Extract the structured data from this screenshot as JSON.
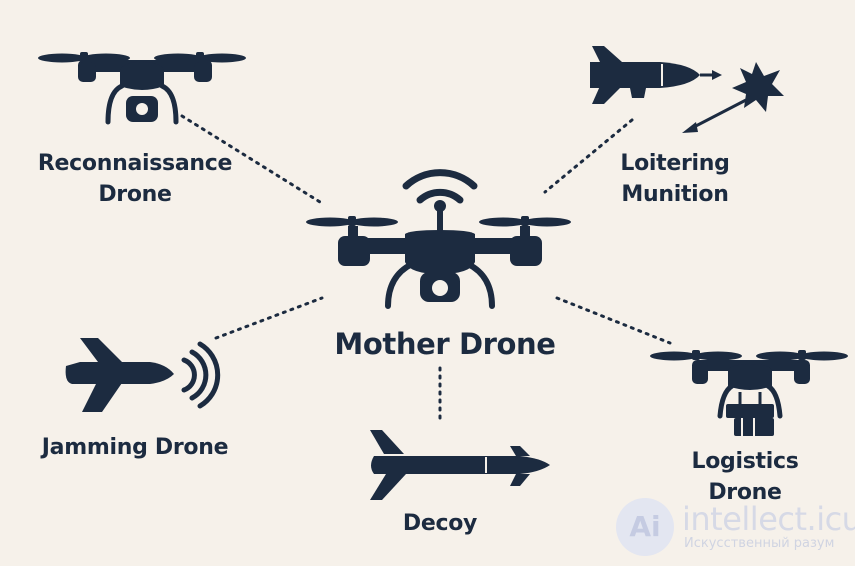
{
  "diagram": {
    "center": {
      "label": "Mother Drone"
    },
    "nodes": [
      {
        "id": "recon",
        "label_lines": [
          "Reconnaissance",
          "Drone"
        ]
      },
      {
        "id": "loiter",
        "label_lines": [
          "Loitering",
          "Munition"
        ]
      },
      {
        "id": "jam",
        "label_lines": [
          "Jamming Drone"
        ]
      },
      {
        "id": "decoy",
        "label_lines": [
          "Decoy"
        ]
      },
      {
        "id": "logi",
        "label_lines": [
          "Logistics",
          "Drone"
        ]
      }
    ]
  },
  "watermark": {
    "logo_text": "Ai",
    "title": "intellect.icu",
    "subtitle": "Искусственный разум"
  },
  "colors": {
    "ink": "#1c2b40",
    "background": "#f6f1ea"
  }
}
